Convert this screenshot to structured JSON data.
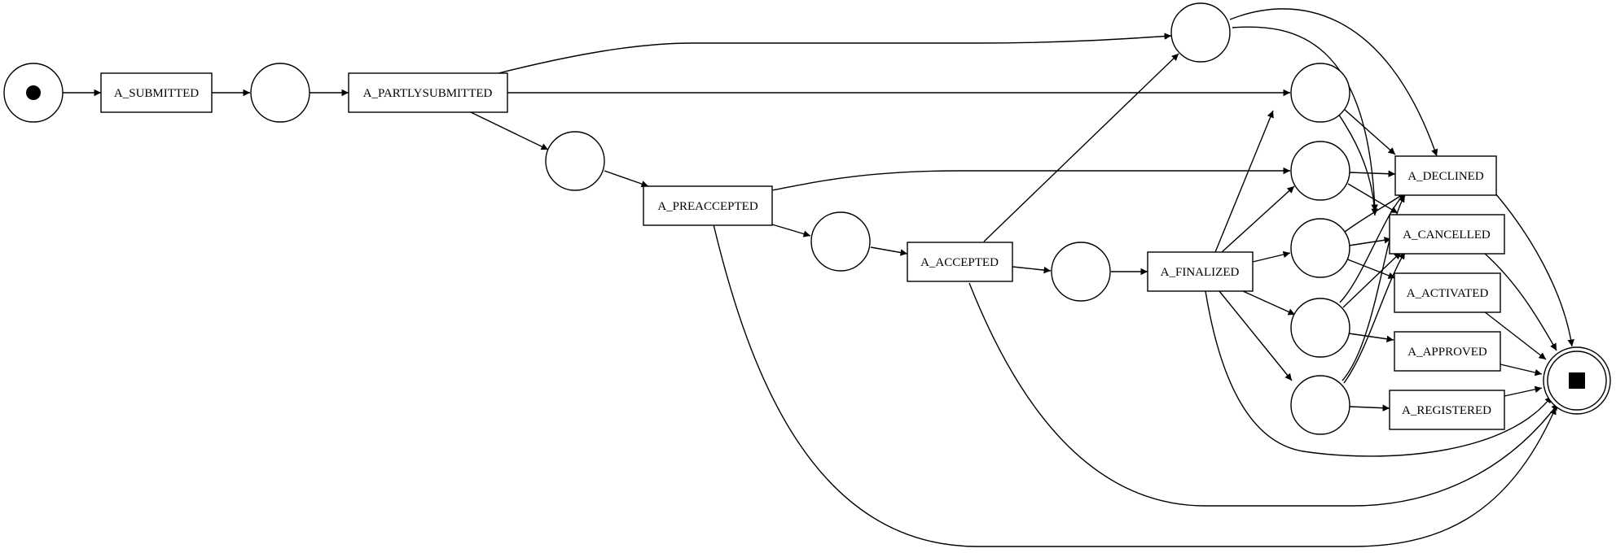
{
  "diagram": {
    "type": "petri-net",
    "colors": {
      "stroke": "#000000",
      "background": "#ffffff"
    },
    "transitions": [
      {
        "id": "t_submitted",
        "label": "A_SUBMITTED"
      },
      {
        "id": "t_partlysubmitted",
        "label": "A_PARTLYSUBMITTED"
      },
      {
        "id": "t_preaccepted",
        "label": "A_PREACCEPTED"
      },
      {
        "id": "t_accepted",
        "label": "A_ACCEPTED"
      },
      {
        "id": "t_finalized",
        "label": "A_FINALIZED"
      },
      {
        "id": "t_declined",
        "label": "A_DECLINED"
      },
      {
        "id": "t_cancelled",
        "label": "A_CANCELLED"
      },
      {
        "id": "t_activated",
        "label": "A_ACTIVATED"
      },
      {
        "id": "t_approved",
        "label": "A_APPROVED"
      },
      {
        "id": "t_registered",
        "label": "A_REGISTERED"
      }
    ],
    "places": [
      {
        "id": "p_start",
        "kind": "initial-marked"
      },
      {
        "id": "p1",
        "kind": "place"
      },
      {
        "id": "p2",
        "kind": "place"
      },
      {
        "id": "p3",
        "kind": "place"
      },
      {
        "id": "p4",
        "kind": "place"
      },
      {
        "id": "p5",
        "kind": "place"
      },
      {
        "id": "p6",
        "kind": "place"
      },
      {
        "id": "p7",
        "kind": "place"
      },
      {
        "id": "p8",
        "kind": "place"
      },
      {
        "id": "p9",
        "kind": "place"
      },
      {
        "id": "p10",
        "kind": "place"
      },
      {
        "id": "p11",
        "kind": "place"
      },
      {
        "id": "p_end",
        "kind": "final"
      }
    ],
    "arcs": [
      [
        "p_start",
        "t_submitted"
      ],
      [
        "t_submitted",
        "p1"
      ],
      [
        "p1",
        "t_partlysubmitted"
      ],
      [
        "t_partlysubmitted",
        "p5"
      ],
      [
        "t_partlysubmitted",
        "p6"
      ],
      [
        "t_partlysubmitted",
        "p2"
      ],
      [
        "p2",
        "t_preaccepted"
      ],
      [
        "t_preaccepted",
        "p7"
      ],
      [
        "t_preaccepted",
        "p3"
      ],
      [
        "t_preaccepted",
        "p_end"
      ],
      [
        "p3",
        "t_accepted"
      ],
      [
        "t_accepted",
        "p5"
      ],
      [
        "t_accepted",
        "p4"
      ],
      [
        "t_accepted",
        "p_end"
      ],
      [
        "p4",
        "t_finalized"
      ],
      [
        "t_finalized",
        "p6"
      ],
      [
        "t_finalized",
        "p7"
      ],
      [
        "t_finalized",
        "p8"
      ],
      [
        "t_finalized",
        "p9"
      ],
      [
        "t_finalized",
        "p10"
      ],
      [
        "t_finalized",
        "p_end"
      ],
      [
        "p5",
        "t_declined"
      ],
      [
        "p5",
        "t_cancelled"
      ],
      [
        "p6",
        "t_declined"
      ],
      [
        "p6",
        "t_cancelled"
      ],
      [
        "p7",
        "t_declined"
      ],
      [
        "p7",
        "t_cancelled"
      ],
      [
        "p8",
        "t_declined"
      ],
      [
        "p8",
        "t_cancelled"
      ],
      [
        "p8",
        "t_activated"
      ],
      [
        "p9",
        "t_declined"
      ],
      [
        "p9",
        "t_cancelled"
      ],
      [
        "p9",
        "t_approved"
      ],
      [
        "p10",
        "t_declined"
      ],
      [
        "p10",
        "t_cancelled"
      ],
      [
        "p10",
        "t_registered"
      ],
      [
        "t_declined",
        "p_end"
      ],
      [
        "t_cancelled",
        "p_end"
      ],
      [
        "t_activated",
        "p_end"
      ],
      [
        "t_approved",
        "p_end"
      ],
      [
        "t_registered",
        "p_end"
      ]
    ]
  }
}
